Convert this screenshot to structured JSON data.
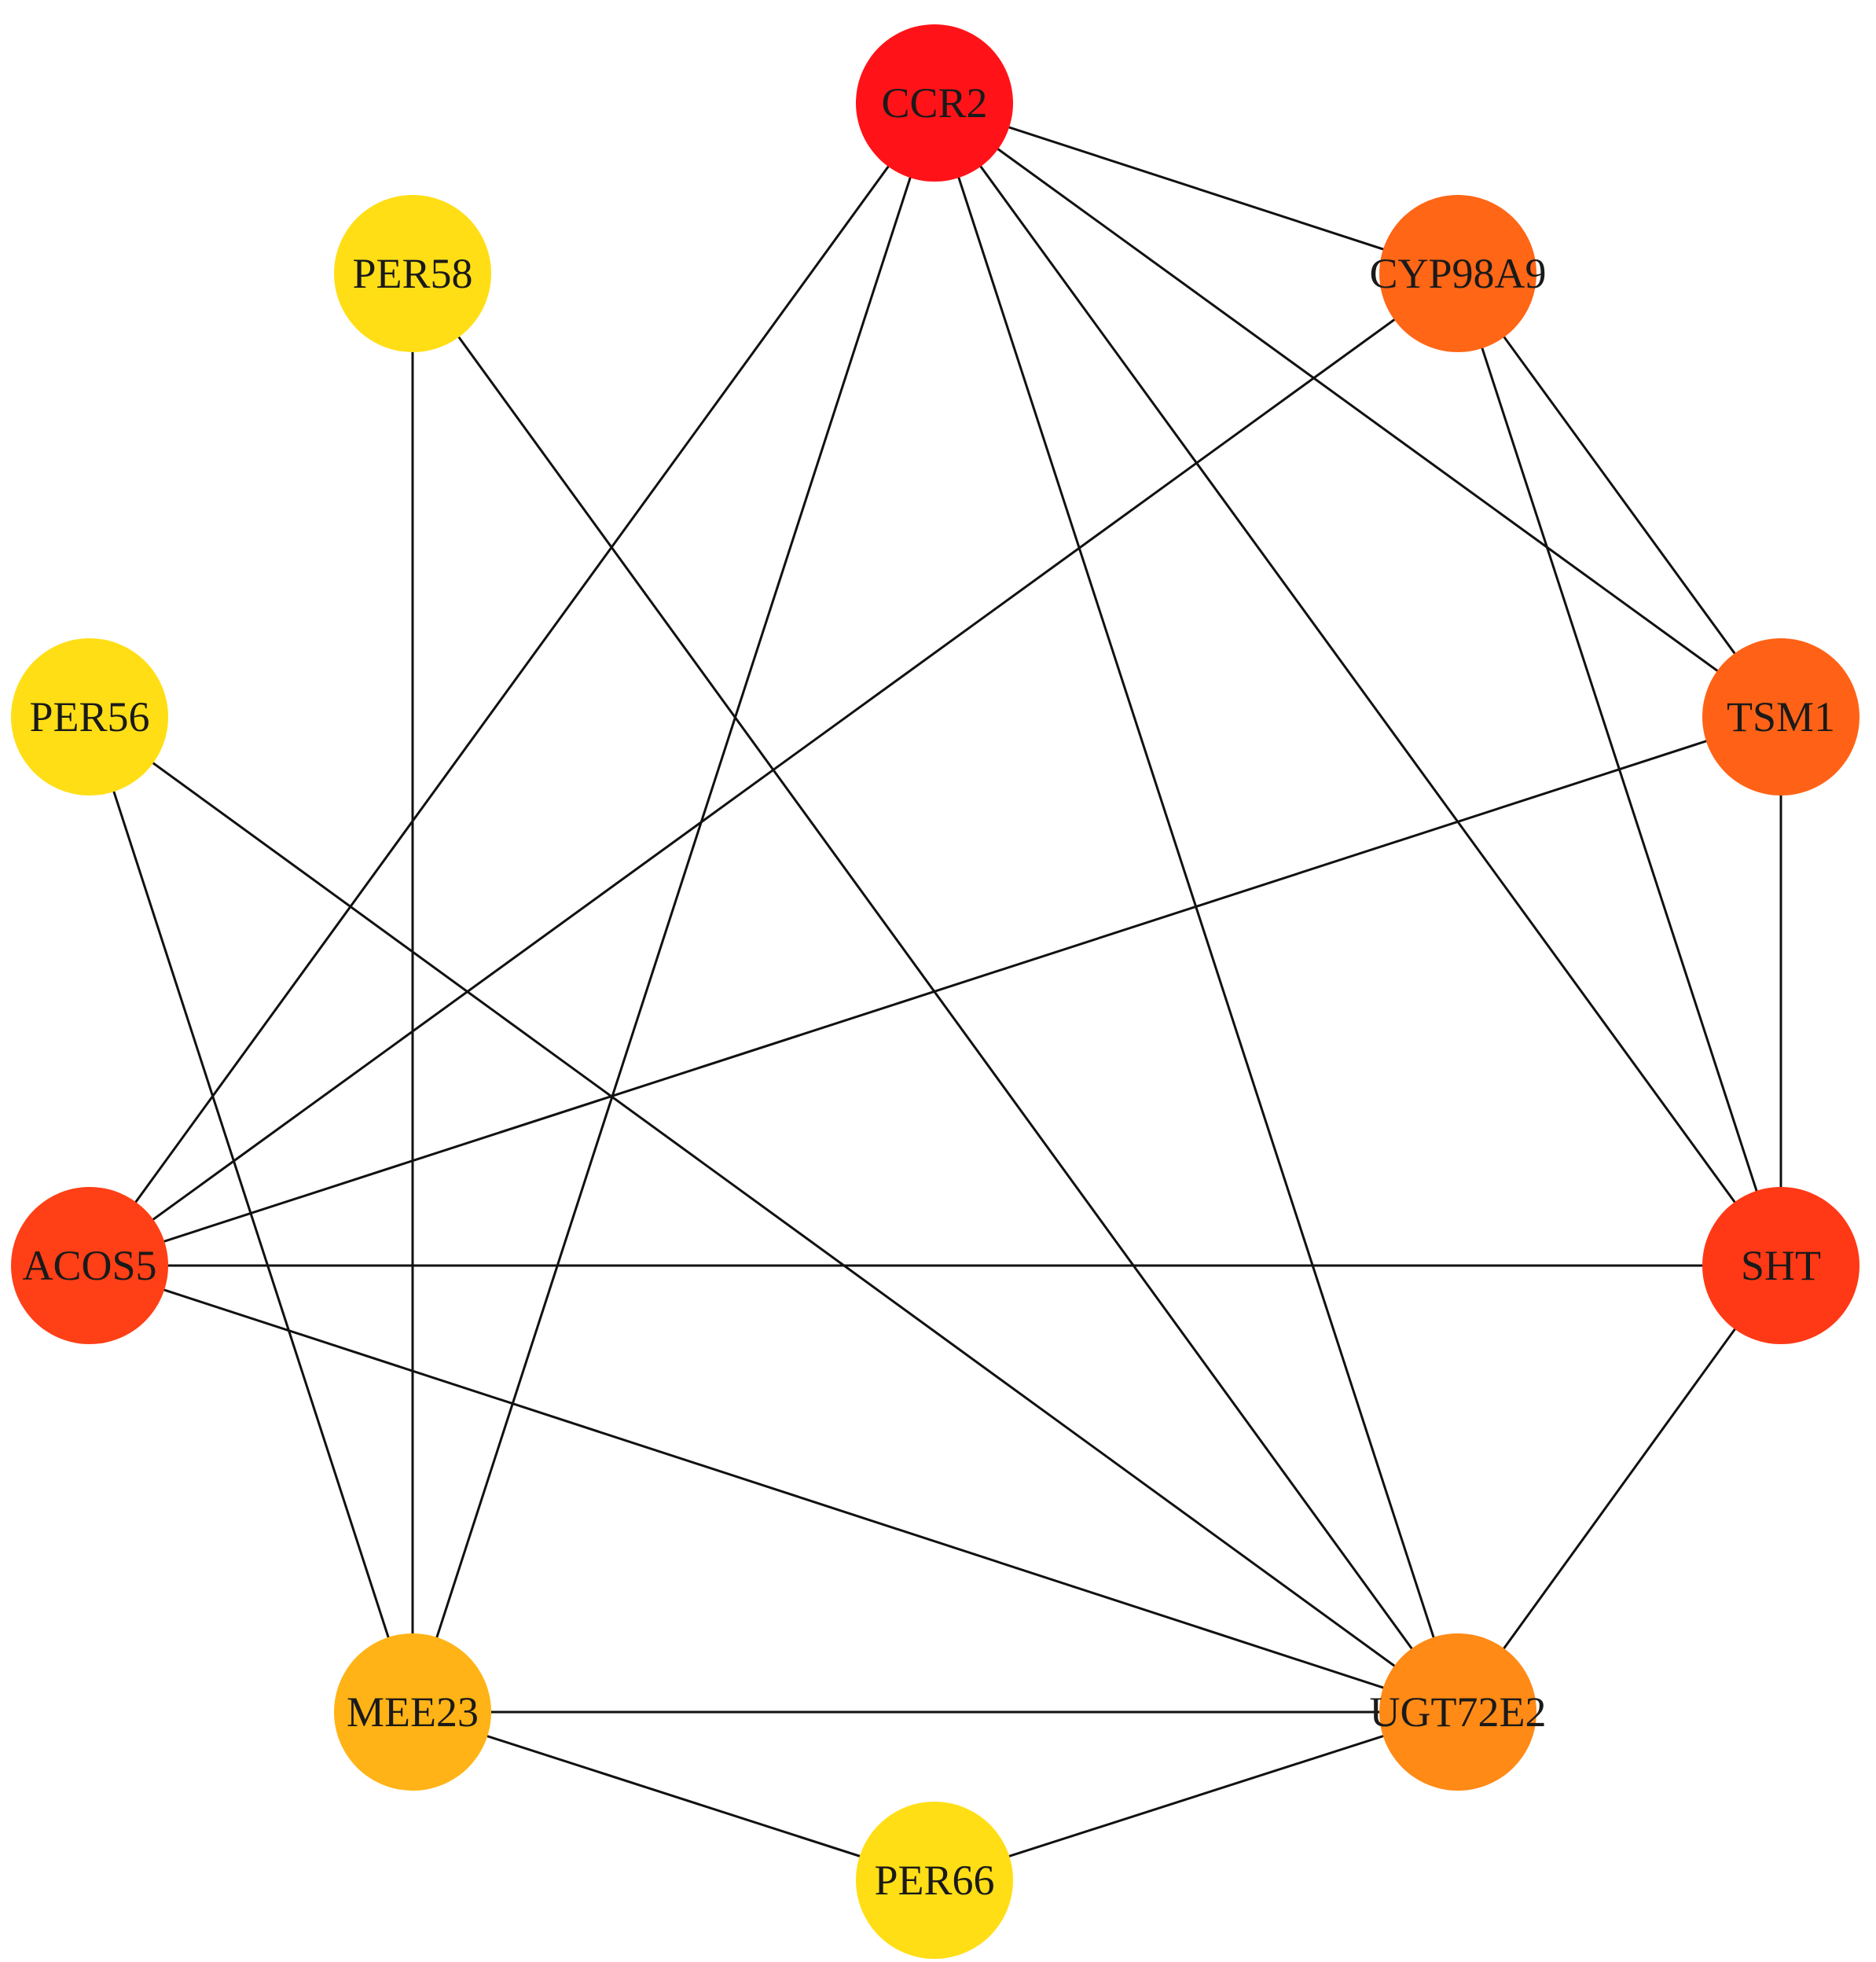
{
  "nodes": [
    {
      "id": "CCR2",
      "label": "CCR2",
      "color": "#FF1318"
    },
    {
      "id": "CYP98A9",
      "label": "CYP98A9",
      "color": "#FF6616"
    },
    {
      "id": "TSM1",
      "label": "TSM1",
      "color": "#FF6216"
    },
    {
      "id": "SHT",
      "label": "SHT",
      "color": "#FF3916"
    },
    {
      "id": "UGT72E2",
      "label": "UGT72E2",
      "color": "#FF8A16"
    },
    {
      "id": "PER66",
      "label": "PER66",
      "color": "#FFDE16"
    },
    {
      "id": "MEE23",
      "label": "MEE23",
      "color": "#FFB316"
    },
    {
      "id": "ACOS5",
      "label": "ACOS5",
      "color": "#FF3F16"
    },
    {
      "id": "PER56",
      "label": "PER56",
      "color": "#FFDE16"
    },
    {
      "id": "PER58",
      "label": "PER58",
      "color": "#FFDE16"
    }
  ],
  "edges": [
    [
      "CCR2",
      "CYP98A9"
    ],
    [
      "CCR2",
      "TSM1"
    ],
    [
      "CCR2",
      "SHT"
    ],
    [
      "CCR2",
      "UGT72E2"
    ],
    [
      "CCR2",
      "MEE23"
    ],
    [
      "CCR2",
      "ACOS5"
    ],
    [
      "CYP98A9",
      "TSM1"
    ],
    [
      "CYP98A9",
      "SHT"
    ],
    [
      "CYP98A9",
      "ACOS5"
    ],
    [
      "TSM1",
      "SHT"
    ],
    [
      "TSM1",
      "ACOS5"
    ],
    [
      "SHT",
      "ACOS5"
    ],
    [
      "SHT",
      "UGT72E2"
    ],
    [
      "UGT72E2",
      "PER66"
    ],
    [
      "UGT72E2",
      "MEE23"
    ],
    [
      "UGT72E2",
      "ACOS5"
    ],
    [
      "UGT72E2",
      "PER56"
    ],
    [
      "UGT72E2",
      "PER58"
    ],
    [
      "PER66",
      "MEE23"
    ],
    [
      "MEE23",
      "PER56"
    ],
    [
      "MEE23",
      "PER58"
    ]
  ]
}
